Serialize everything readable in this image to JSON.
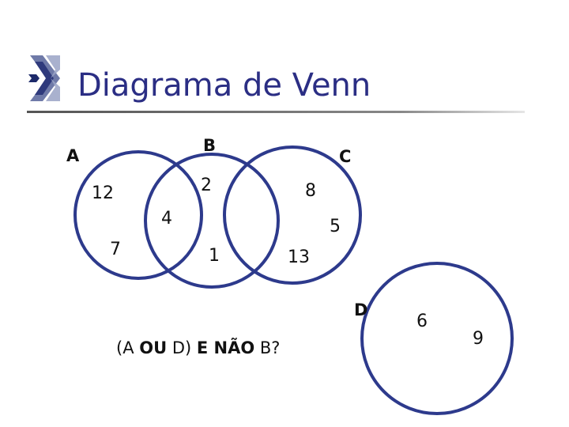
{
  "title": "Diagrama de Venn",
  "colors": {
    "title": "#2b2e84",
    "circle_stroke": "#2d3a8c",
    "rule": "#5a5a5a",
    "text": "#111111"
  },
  "icons": {
    "logo": "slide-logo-icon"
  },
  "sets": {
    "a": "A",
    "b": "B",
    "c": "C",
    "d": "D"
  },
  "elements": {
    "a_only_top": "12",
    "a_only_bottom": "7",
    "a_b": "4",
    "b_only": "2",
    "b_c": "1",
    "c_only_top": "8",
    "c_only_mid": "5",
    "c_only_bottom": "13",
    "d_inside": "6",
    "outside": "9"
  },
  "question": {
    "p1": "(A ",
    "p2": "OU",
    "p3": " D) ",
    "p4": "E NÃO",
    "p5": " B?"
  }
}
